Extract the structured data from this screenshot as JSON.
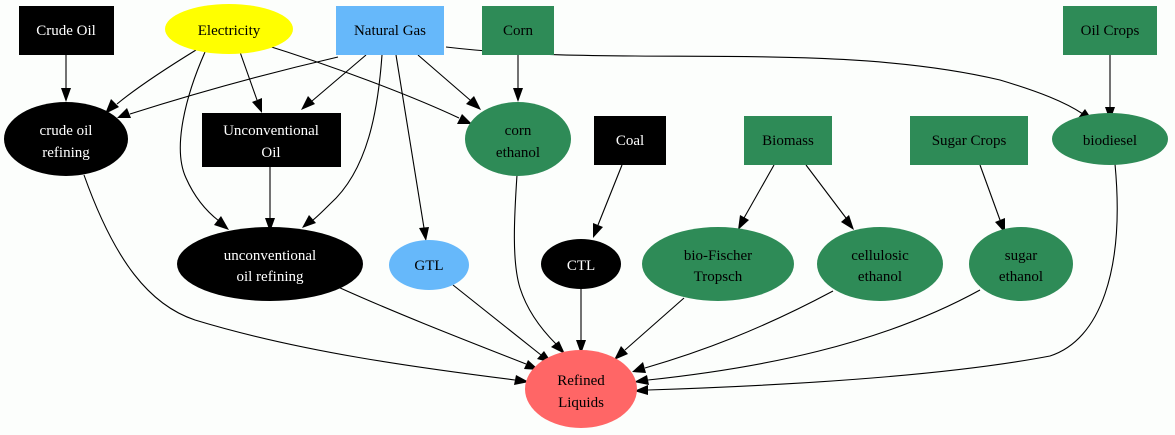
{
  "colors": {
    "background": "#fcfefc",
    "black": "#000000",
    "yellow": "#ffff00",
    "light_blue": "#66b8fa",
    "green": "#2e8b57",
    "red": "#ff6666"
  },
  "nodes": {
    "crude_oil": {
      "lines": [
        "Crude Oil"
      ]
    },
    "electricity": {
      "lines": [
        "Electricity"
      ]
    },
    "natural_gas": {
      "lines": [
        "Natural Gas"
      ]
    },
    "corn": {
      "lines": [
        "Corn"
      ]
    },
    "oil_crops": {
      "lines": [
        "Oil Crops"
      ]
    },
    "crude_oil_refining": {
      "lines": [
        "crude oil",
        "refining"
      ]
    },
    "unconventional_oil": {
      "lines": [
        "Unconventional",
        "Oil"
      ]
    },
    "corn_ethanol": {
      "lines": [
        "corn",
        "ethanol"
      ]
    },
    "coal": {
      "lines": [
        "Coal"
      ]
    },
    "biomass": {
      "lines": [
        "Biomass"
      ]
    },
    "sugar_crops": {
      "lines": [
        "Sugar Crops"
      ]
    },
    "biodiesel": {
      "lines": [
        "biodiesel"
      ]
    },
    "unconventional_oil_refining": {
      "lines": [
        "unconventional",
        "oil refining"
      ]
    },
    "gtl": {
      "lines": [
        "GTL"
      ]
    },
    "ctl": {
      "lines": [
        "CTL"
      ]
    },
    "bio_fischer_tropsch": {
      "lines": [
        "bio-Fischer",
        "Tropsch"
      ]
    },
    "cellulosic_ethanol": {
      "lines": [
        "cellulosic",
        "ethanol"
      ]
    },
    "sugar_ethanol": {
      "lines": [
        "sugar",
        "ethanol"
      ]
    },
    "refined_liquids": {
      "lines": [
        "Refined",
        "Liquids"
      ]
    }
  },
  "edges": [
    [
      "crude_oil",
      "crude_oil_refining"
    ],
    [
      "electricity",
      "crude_oil_refining"
    ],
    [
      "electricity",
      "unconventional_oil"
    ],
    [
      "electricity",
      "unconventional_oil_refining"
    ],
    [
      "electricity",
      "corn_ethanol"
    ],
    [
      "natural_gas",
      "crude_oil_refining"
    ],
    [
      "natural_gas",
      "unconventional_oil"
    ],
    [
      "natural_gas",
      "unconventional_oil_refining"
    ],
    [
      "natural_gas",
      "corn_ethanol"
    ],
    [
      "natural_gas",
      "gtl"
    ],
    [
      "natural_gas",
      "biodiesel"
    ],
    [
      "corn",
      "corn_ethanol"
    ],
    [
      "oil_crops",
      "biodiesel"
    ],
    [
      "unconventional_oil",
      "unconventional_oil_refining"
    ],
    [
      "coal",
      "ctl"
    ],
    [
      "biomass",
      "bio_fischer_tropsch"
    ],
    [
      "biomass",
      "cellulosic_ethanol"
    ],
    [
      "sugar_crops",
      "sugar_ethanol"
    ],
    [
      "crude_oil_refining",
      "refined_liquids"
    ],
    [
      "unconventional_oil_refining",
      "refined_liquids"
    ],
    [
      "gtl",
      "refined_liquids"
    ],
    [
      "corn_ethanol",
      "refined_liquids"
    ],
    [
      "ctl",
      "refined_liquids"
    ],
    [
      "bio_fischer_tropsch",
      "refined_liquids"
    ],
    [
      "cellulosic_ethanol",
      "refined_liquids"
    ],
    [
      "sugar_ethanol",
      "refined_liquids"
    ],
    [
      "biodiesel",
      "refined_liquids"
    ]
  ]
}
